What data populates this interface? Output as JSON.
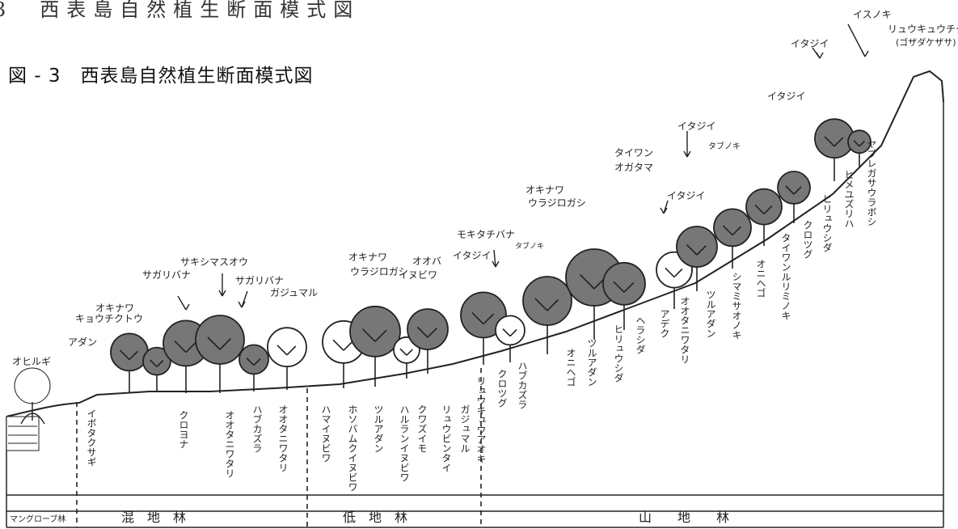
{
  "page_title": "図 - 3　西表島自然植生断面模式図",
  "cropped_title": "3　西表島自然植生断面模式図",
  "top_labels": [
    "イスノキ",
    "リュウキュウチク",
    "(ゴザダケザサ)",
    "イタジイ",
    "イタジイ",
    "イタジイ",
    "タブノキ",
    "タイワン",
    "オガタマ",
    "イタジイ",
    "オキナワ",
    "ウラジロガシ",
    "モキタチバナ",
    "タブノキ",
    "イタジイ",
    "オキナワ",
    "ウラジロガシ",
    "オオバ",
    "イヌビワ",
    "ガジュマル",
    "サガリバナ",
    "サキシマスオウ",
    "サガリバナ",
    "オキナワ",
    "キョウチクトウ",
    "アダン",
    "オヒルギ"
  ],
  "under_labels": [
    "イボタクサギ",
    "クロヨナ",
    "オオタニワタリ",
    "ハブカズラ",
    "オオタニワタリ",
    "ハマイヌビワ",
    "ホソバムクイヌビワ",
    "ツルアダン",
    "ハルランイヌビワ",
    "クワズイモ",
    "リュウビンタイ",
    "ガジュマル",
    "リュウキュウアオキ",
    "クロツグ",
    "ハブカズラ",
    "オニヘゴ",
    "ツルアダン",
    "ヒリュウシダ",
    "ヘラシダ",
    "アデク",
    "オオタニワタリ",
    "ツルアダン",
    "シマミサオノキ",
    "オニヘゴ",
    "タイワンルリミノキ",
    "クロツグ",
    "ヒリュウシダ",
    "ヒメユズリハ",
    "ヤブレガサウラボシ"
  ],
  "zones": [
    "マングローブ林",
    "混　地　林",
    "低　地　林",
    "山　　地　　林"
  ],
  "colors": {
    "canopy_dark": "#777777",
    "canopy_light": "#ffffff",
    "line": "#222222"
  }
}
